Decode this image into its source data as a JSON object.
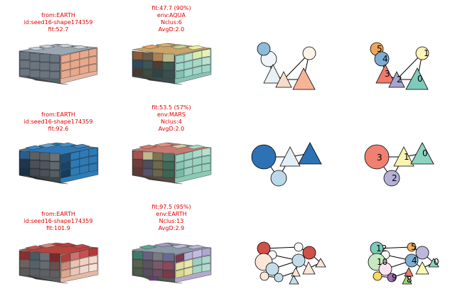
{
  "rows": [
    {
      "left_label": [
        "from:EARTH",
        "id:seed16-shape174359",
        "fit:52.7"
      ],
      "right_label": [
        "fit:47.7 (90%)",
        "env:AQUA",
        "Nclus:6",
        "AvgD:2.0"
      ],
      "small_graph_numbers": [
        "5",
        "4",
        "3",
        "2",
        "1",
        "0"
      ]
    },
    {
      "left_label": [
        "from:EARTH",
        "id:seed16-shape174359",
        "fit:92.6"
      ],
      "right_label": [
        "fit:53.5 (57%)",
        "env:MARS",
        "Nclus:4",
        "AvgD:2.0"
      ],
      "small_graph_numbers": [
        "3",
        "2",
        "1",
        "0"
      ]
    },
    {
      "left_label": [
        "from:EARTH",
        "id:seed16-shape174359",
        "fit:101.9"
      ],
      "right_label": [
        "fit:97.5 (95%)",
        "env:EARTH",
        "Nclus:13",
        "AvgD:2.9"
      ],
      "small_graph_numbers": [
        "12",
        "5",
        "10",
        "4",
        "0",
        "9",
        "8"
      ]
    }
  ],
  "colors": {
    "label_text": "#e00000",
    "earth_blue": "#2b6fb0",
    "earth_red": "#c0392b",
    "aqua_teal": "#7fc8b8",
    "mars_olive": "#6b6b45"
  }
}
